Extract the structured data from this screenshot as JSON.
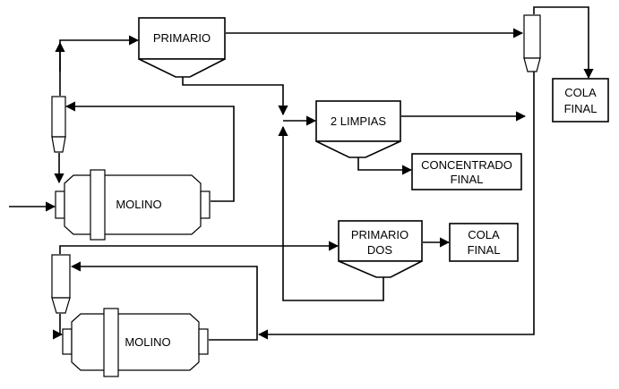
{
  "labels": {
    "primario": "PRIMARIO",
    "limpias": "2 LIMPIAS",
    "primario_dos_line1": "PRIMARIO",
    "primario_dos_line2": "DOS",
    "concentrado_line1": "CONCENTRADO",
    "concentrado_line2": "FINAL",
    "cola_final_top_line1": "COLA",
    "cola_final_top_line2": "FINAL",
    "cola_final_mid_line1": "COLA",
    "cola_final_mid_line2": "FINAL",
    "molino_top": "MOLINO",
    "molino_bottom": "MOLINO"
  }
}
